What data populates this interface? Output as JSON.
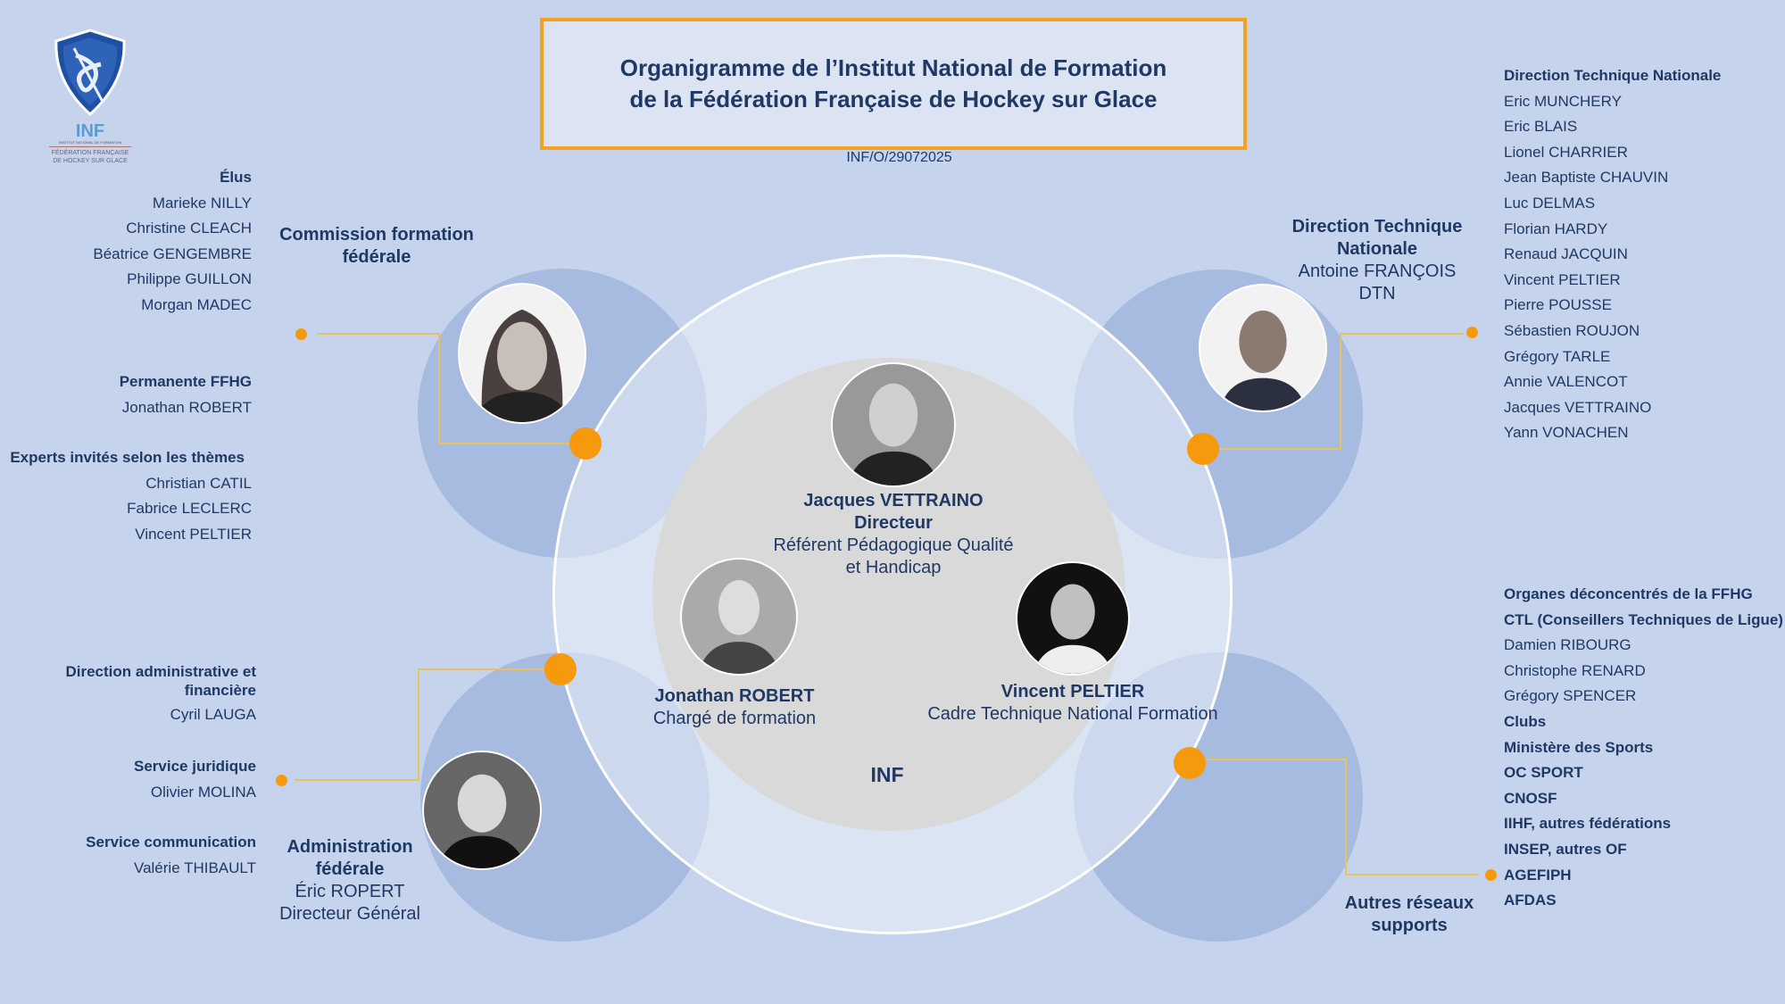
{
  "title": {
    "line1": "Organigramme de l’Institut National de Formation",
    "line2": "de la Fédération Française de Hockey sur Glace",
    "code": "INF/O/29072025"
  },
  "logo": {
    "acronym": "INF",
    "subtitle": "INSTITUT NATIONAL DE FORMATION",
    "federation": "FÉDÉRATION FRANÇAISE DE HOCKEY SUR GLACE"
  },
  "colors": {
    "background": "#c5d4ec",
    "text": "#1f3864",
    "accent": "#f7990c",
    "connector": "#e6c35c"
  },
  "commission": {
    "label": "Commission formation fédérale",
    "elus": {
      "heading": "Élus",
      "members": [
        "Marieke NILLY",
        "Christine CLEACH",
        "Béatrice GENGEMBRE",
        "Philippe GUILLON",
        "Morgan MADEC"
      ]
    },
    "permanente": {
      "heading": "Permanente FFHG",
      "members": [
        "Jonathan ROBERT"
      ]
    },
    "experts": {
      "heading": "Experts invités selon les thèmes",
      "members": [
        "Christian CATIL",
        "Fabrice LECLERC",
        "Vincent PELTIER"
      ]
    }
  },
  "dtn": {
    "label1": "Direction Technique",
    "label2": "Nationale",
    "name": "Antoine FRANÇOIS",
    "role": "DTN",
    "list_heading": "Direction Technique Nationale",
    "members": [
      "Eric MUNCHERY",
      "Eric BLAIS",
      "Lionel CHARRIER",
      "Jean Baptiste CHAUVIN",
      "Luc DELMAS",
      "Florian HARDY",
      "Renaud JACQUIN",
      "Vincent PELTIER",
      "Pierre POUSSE",
      "Sébastien ROUJON",
      "Grégory TARLE",
      "Annie VALENCOT",
      "Jacques VETTRAINO",
      "Yann VONACHEN"
    ]
  },
  "inf": {
    "label": "INF",
    "director": {
      "name": "Jacques VETTRAINO",
      "title": "Directeur",
      "role1": "Référent Pédagogique Qualité",
      "role2": "et Handicap"
    },
    "trainer": {
      "name": "Jonathan ROBERT",
      "role": "Chargé de formation"
    },
    "cadre": {
      "name": "Vincent PELTIER",
      "role": "Cadre Technique National Formation"
    }
  },
  "admin": {
    "label1": "Administration",
    "label2": "fédérale",
    "name": "Éric ROPERT",
    "role": "Directeur Général",
    "groups": [
      {
        "heading1": "Direction administrative et",
        "heading2": "financière",
        "members": [
          "Cyril LAUGA"
        ]
      },
      {
        "heading": "Service juridique",
        "members": [
          "Olivier MOLINA"
        ]
      },
      {
        "heading": "Service communication",
        "members": [
          "Valérie THIBAULT"
        ]
      }
    ]
  },
  "networks": {
    "label1": "Autres réseaux",
    "label2": "supports",
    "items": [
      {
        "text": "Organes déconcentrés de la FFHG",
        "bold": true
      },
      {
        "text": "CTL (Conseillers Techniques de Ligue)",
        "bold": true
      },
      {
        "text": "Damien RIBOURG",
        "bold": false
      },
      {
        "text": "Christophe RENARD",
        "bold": false
      },
      {
        "text": "Grégory SPENCER",
        "bold": false
      },
      {
        "text": "Clubs",
        "bold": true
      },
      {
        "text": "Ministère des Sports",
        "bold": true
      },
      {
        "text": "OC SPORT",
        "bold": true
      },
      {
        "text": "CNOSF",
        "bold": true
      },
      {
        "text": "IIHF, autres fédérations",
        "bold": true
      },
      {
        "text": "INSEP, autres OF",
        "bold": true
      },
      {
        "text": "AGEFIPH",
        "bold": true
      },
      {
        "text": "AFDAS",
        "bold": true
      }
    ]
  }
}
